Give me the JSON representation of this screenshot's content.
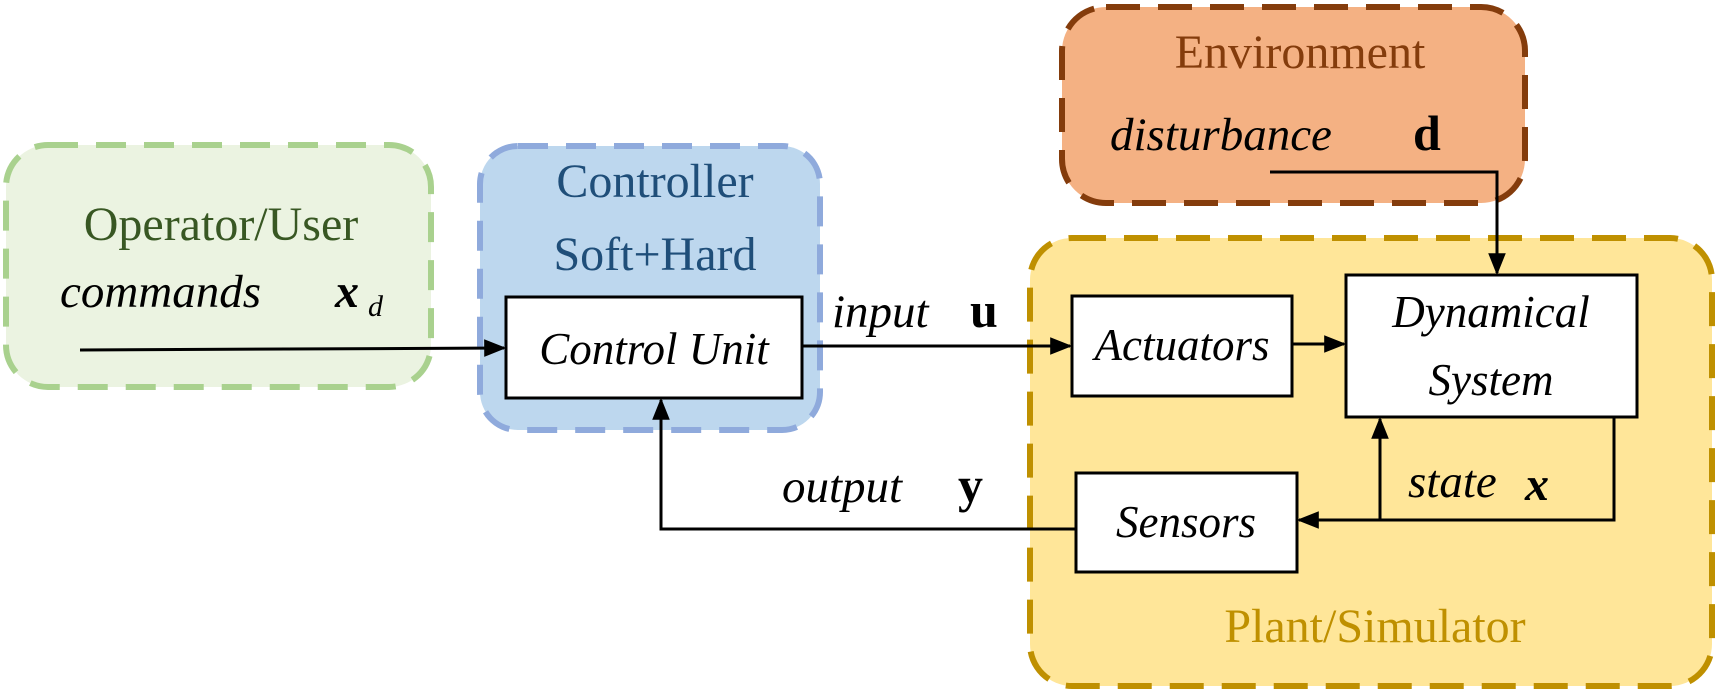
{
  "regions": {
    "operator": {
      "title": "Operator/User",
      "sub": "commands",
      "sym": "x",
      "subscript": "d"
    },
    "controller": {
      "title1": "Controller",
      "title2": "Soft+Hard"
    },
    "environment": {
      "title": "Environment",
      "sub": "disturbance",
      "sym": "d"
    },
    "plant": {
      "title": "Plant/Simulator"
    }
  },
  "blocks": {
    "control_unit": "Control Unit",
    "actuators": "Actuators",
    "dynamical_line1": "Dynamical",
    "dynamical_line2": "System",
    "sensors": "Sensors"
  },
  "signals": {
    "input": {
      "label": "input",
      "sym": "u"
    },
    "output": {
      "label": "output",
      "sym": "y"
    },
    "state": {
      "label": "state",
      "sym": "x"
    }
  },
  "colors": {
    "operator_fill": "#ebf3e1",
    "operator_border": "#a9d18e",
    "operator_text": "#385723",
    "controller_fill": "#bdd7ee",
    "controller_border": "#8faadc",
    "controller_text": "#1f4e79",
    "environment_fill": "#f4b183",
    "environment_border": "#843c0c",
    "environment_text": "#843c0c",
    "plant_fill": "#ffe699",
    "plant_border": "#bf9000",
    "plant_text": "#bf9000"
  }
}
